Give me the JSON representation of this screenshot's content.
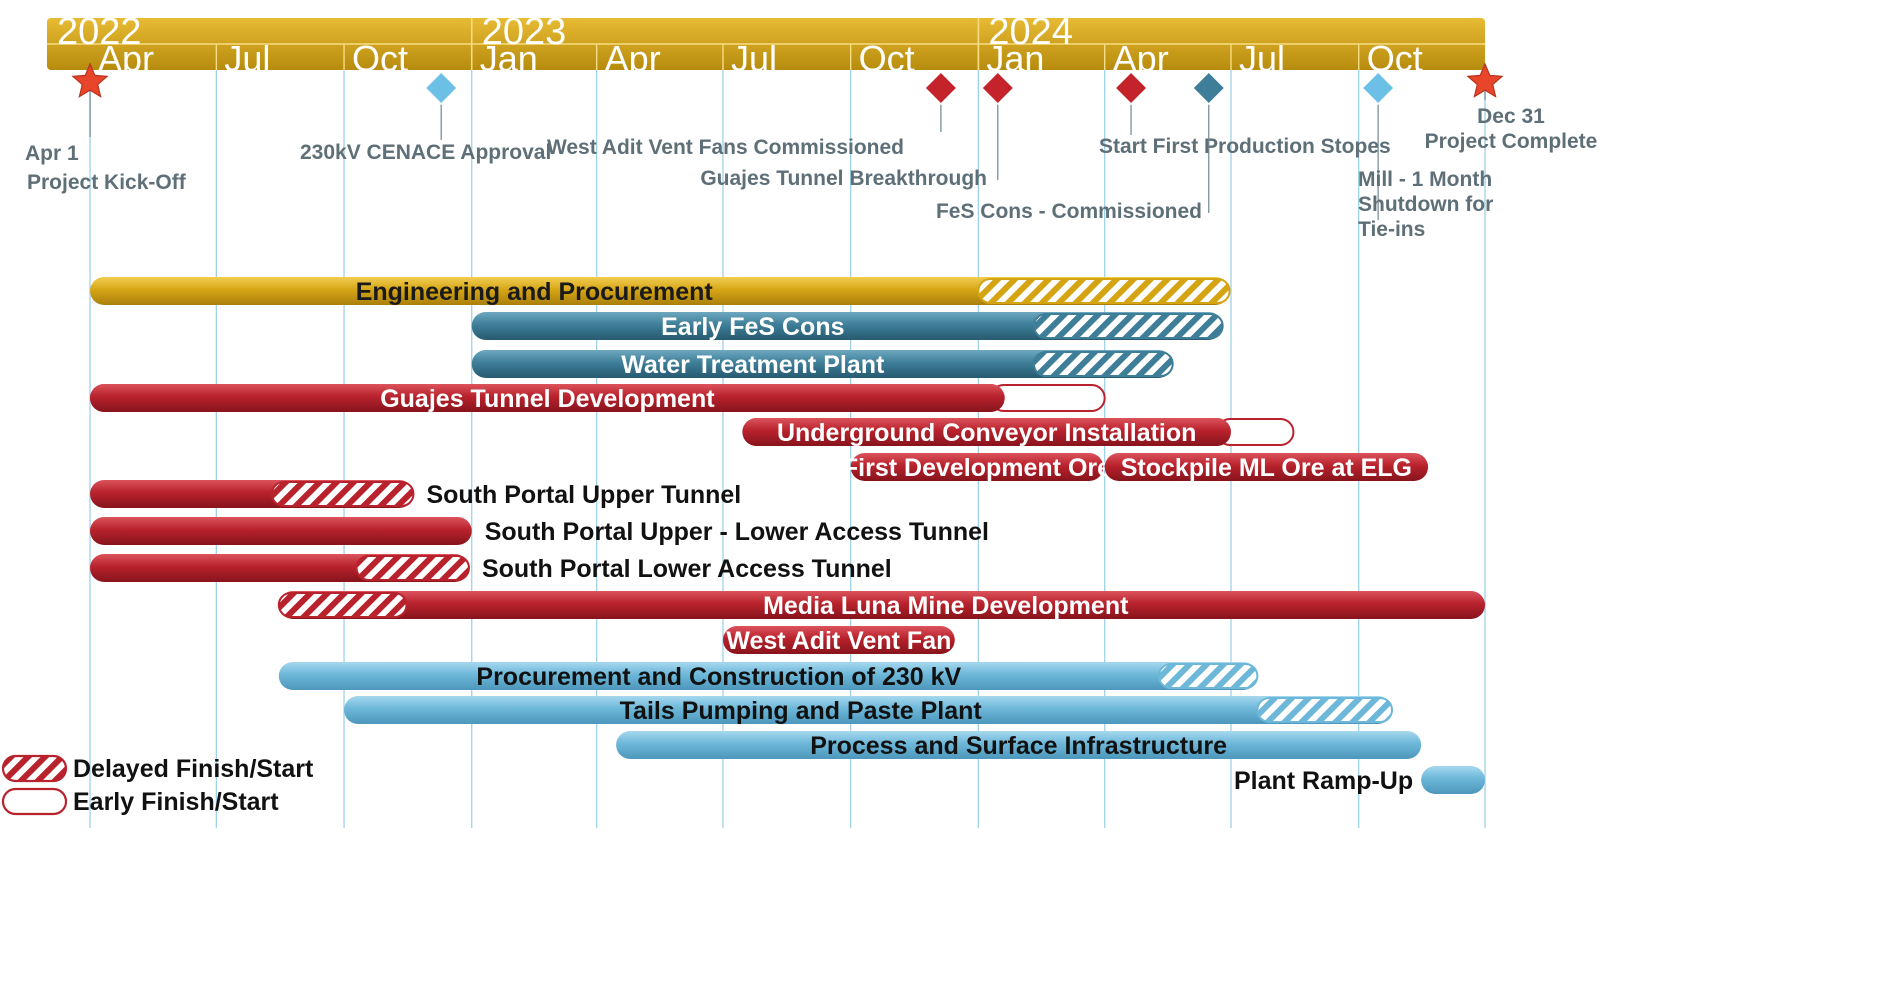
{
  "chart_data": {
    "type": "gantt",
    "time_axis": {
      "start": "2022-03-01",
      "end": "2024-12-31",
      "years": [
        "2022",
        "2023",
        "2024"
      ],
      "months": [
        "Apr",
        "Jul",
        "Oct",
        "Jan",
        "Apr",
        "Jul",
        "Oct",
        "Jan",
        "Apr",
        "Jul",
        "Oct"
      ]
    },
    "colors": {
      "gold": "#D4A413",
      "teal": "#3E7E98",
      "red": "#B8222C",
      "lightblue": "#6DB7D9",
      "grid": "#9fd2e8",
      "milestone_red": "#C4232C",
      "milestone_teal": "#3E7E98",
      "milestone_lightblue": "#6CC0E6",
      "star": "#E8462A",
      "label_gray": "#5e6f78"
    },
    "milestones": [
      {
        "id": "kickoff",
        "shape": "star",
        "color": "star",
        "date": "2022-04-01",
        "lines": [
          "Apr 1",
          "Project Kick-Off"
        ]
      },
      {
        "id": "cenace",
        "shape": "diamond",
        "color": "milestone_lightblue",
        "date": "2022-12-10",
        "lines": [
          "230kV CENACE Approval"
        ]
      },
      {
        "id": "westadit",
        "shape": "diamond",
        "color": "milestone_red",
        "date": "2023-12-05",
        "lines": [
          "West Adit Vent Fans Commissioned"
        ]
      },
      {
        "id": "guajes",
        "shape": "diamond",
        "color": "milestone_red",
        "date": "2024-01-15",
        "lines": [
          "Guajes Tunnel Breakthrough"
        ]
      },
      {
        "id": "stopes",
        "shape": "diamond",
        "color": "milestone_red",
        "date": "2024-04-20",
        "lines": [
          "Start First Production Stopes"
        ]
      },
      {
        "id": "fes",
        "shape": "diamond",
        "color": "milestone_teal",
        "date": "2024-06-15",
        "lines": [
          "FeS Cons - Commissioned"
        ]
      },
      {
        "id": "mill",
        "shape": "diamond",
        "color": "milestone_lightblue",
        "date": "2024-10-15",
        "lines": [
          "Mill - 1 Month",
          "Shutdown for",
          "Tie-ins"
        ]
      },
      {
        "id": "complete",
        "shape": "star",
        "color": "star",
        "date": "2024-12-31",
        "lines": [
          "Dec 31",
          "Project Complete"
        ]
      }
    ],
    "tasks": [
      {
        "id": "eng",
        "label": "Engineering and Procurement",
        "color": "gold",
        "start": "2022-04-01",
        "end": "2024-06-30",
        "hatch": [
          "2024-01-01",
          "2024-06-30"
        ],
        "label_pos": "inside",
        "label_color": "#1a1a1a"
      },
      {
        "id": "earlyfes",
        "label": "Early FeS Cons",
        "color": "teal",
        "start": "2023-01-01",
        "end": "2024-06-25",
        "hatch": [
          "2024-02-10",
          "2024-06-25"
        ],
        "label_pos": "inside",
        "label_color": "#ffffff"
      },
      {
        "id": "water",
        "label": "Water Treatment Plant",
        "color": "teal",
        "start": "2023-01-01",
        "end": "2024-05-20",
        "hatch": [
          "2024-02-10",
          "2024-05-20"
        ],
        "label_pos": "inside",
        "label_color": "#ffffff"
      },
      {
        "id": "guajestunnel",
        "label": "Guajes Tunnel Development",
        "color": "red",
        "start": "2022-04-01",
        "end": "2024-04-01",
        "open": [
          "2024-01-20",
          "2024-04-01"
        ],
        "label_pos": "inside",
        "label_color": "#ffffff"
      },
      {
        "id": "conveyor",
        "label": "Underground Conveyor Installation",
        "color": "red",
        "start": "2023-07-15",
        "end": "2024-08-15",
        "open": [
          "2024-07-01",
          "2024-08-15"
        ],
        "label_pos": "inside",
        "label_color": "#ffffff"
      },
      {
        "id": "firstore",
        "label": "First Development Ore",
        "color": "red",
        "start": "2023-10-01",
        "end": "2024-03-31",
        "label_pos": "inside",
        "label_color": "#ffffff"
      },
      {
        "id": "stockpile",
        "label": "Stockpile ML Ore at ELG",
        "color": "red",
        "start": "2024-04-01",
        "end": "2024-11-20",
        "label_pos": "inside",
        "label_color": "#ffffff"
      },
      {
        "id": "spupper",
        "label": "South Portal Upper Tunnel",
        "color": "red",
        "start": "2022-04-01",
        "end": "2022-11-20",
        "hatch": [
          "2022-08-10",
          "2022-11-20"
        ],
        "label_pos": "right",
        "label_color": "#111111"
      },
      {
        "id": "spupperlower",
        "label": "South Portal Upper - Lower Access Tunnel",
        "color": "red",
        "start": "2022-04-01",
        "end": "2023-01-01",
        "label_pos": "right",
        "label_color": "#111111"
      },
      {
        "id": "splower",
        "label": "South Portal Lower Access Tunnel",
        "color": "red",
        "start": "2022-04-01",
        "end": "2022-12-30",
        "hatch": [
          "2022-10-10",
          "2022-12-30"
        ],
        "label_pos": "right",
        "label_color": "#111111"
      },
      {
        "id": "medialuna",
        "label": "Media Luna Mine Development",
        "color": "red",
        "start": "2022-08-15",
        "end": "2024-12-31",
        "hatch": [
          "2022-08-15",
          "2022-11-15"
        ],
        "label_pos": "inside",
        "label_color": "#ffffff"
      },
      {
        "id": "westaditfan",
        "label": "West Adit Vent Fan",
        "color": "red",
        "start": "2023-07-01",
        "end": "2023-12-15",
        "label_pos": "inside",
        "label_color": "#ffffff"
      },
      {
        "id": "kv230",
        "label": "Procurement and Construction of 230 kV",
        "color": "lightblue",
        "start": "2022-08-15",
        "end": "2024-07-20",
        "hatch": [
          "2024-05-10",
          "2024-07-20"
        ],
        "label_pos": "inside",
        "label_color": "#111111"
      },
      {
        "id": "tails",
        "label": "Tails Pumping and Paste Plant",
        "color": "lightblue",
        "start": "2022-10-01",
        "end": "2024-10-25",
        "hatch": [
          "2024-07-20",
          "2024-10-25"
        ],
        "label_pos": "inside",
        "label_color": "#111111"
      },
      {
        "id": "process",
        "label": "Process and Surface Infrastructure",
        "color": "lightblue",
        "start": "2023-04-15",
        "end": "2024-11-15",
        "label_pos": "inside",
        "label_color": "#111111"
      },
      {
        "id": "ramp",
        "label": "Plant Ramp-Up",
        "color": "lightblue",
        "start": "2024-11-15",
        "end": "2024-12-31",
        "label_pos": "left",
        "label_color": "#111111"
      }
    ],
    "legend": [
      {
        "type": "hatch",
        "label": "Delayed Finish/Start"
      },
      {
        "type": "open",
        "label": "Early Finish/Start"
      }
    ]
  }
}
